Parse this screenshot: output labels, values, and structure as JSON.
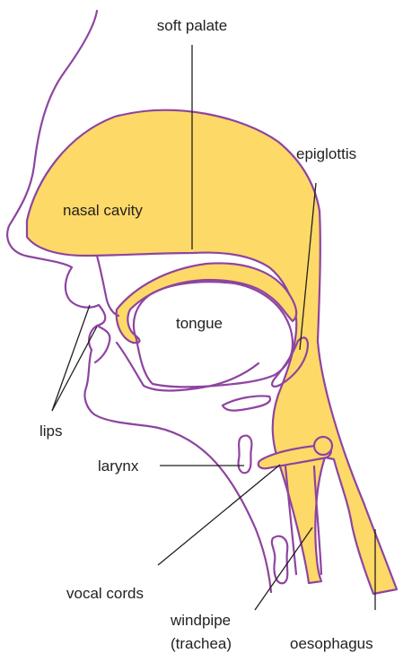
{
  "colors": {
    "fill": "#fdd967",
    "outline": "#8e44a0",
    "text": "#231f20",
    "background": "#ffffff"
  },
  "labels": {
    "soft_palate": "soft palate",
    "nasal_cavity": "nasal cavity",
    "epiglottis": "epiglottis",
    "tongue": "tongue",
    "lips": "lips",
    "larynx": "larynx",
    "vocal_cords": "vocal cords",
    "windpipe": "windpipe",
    "trachea": "(trachea)",
    "oesophagus": "oesophagus"
  }
}
